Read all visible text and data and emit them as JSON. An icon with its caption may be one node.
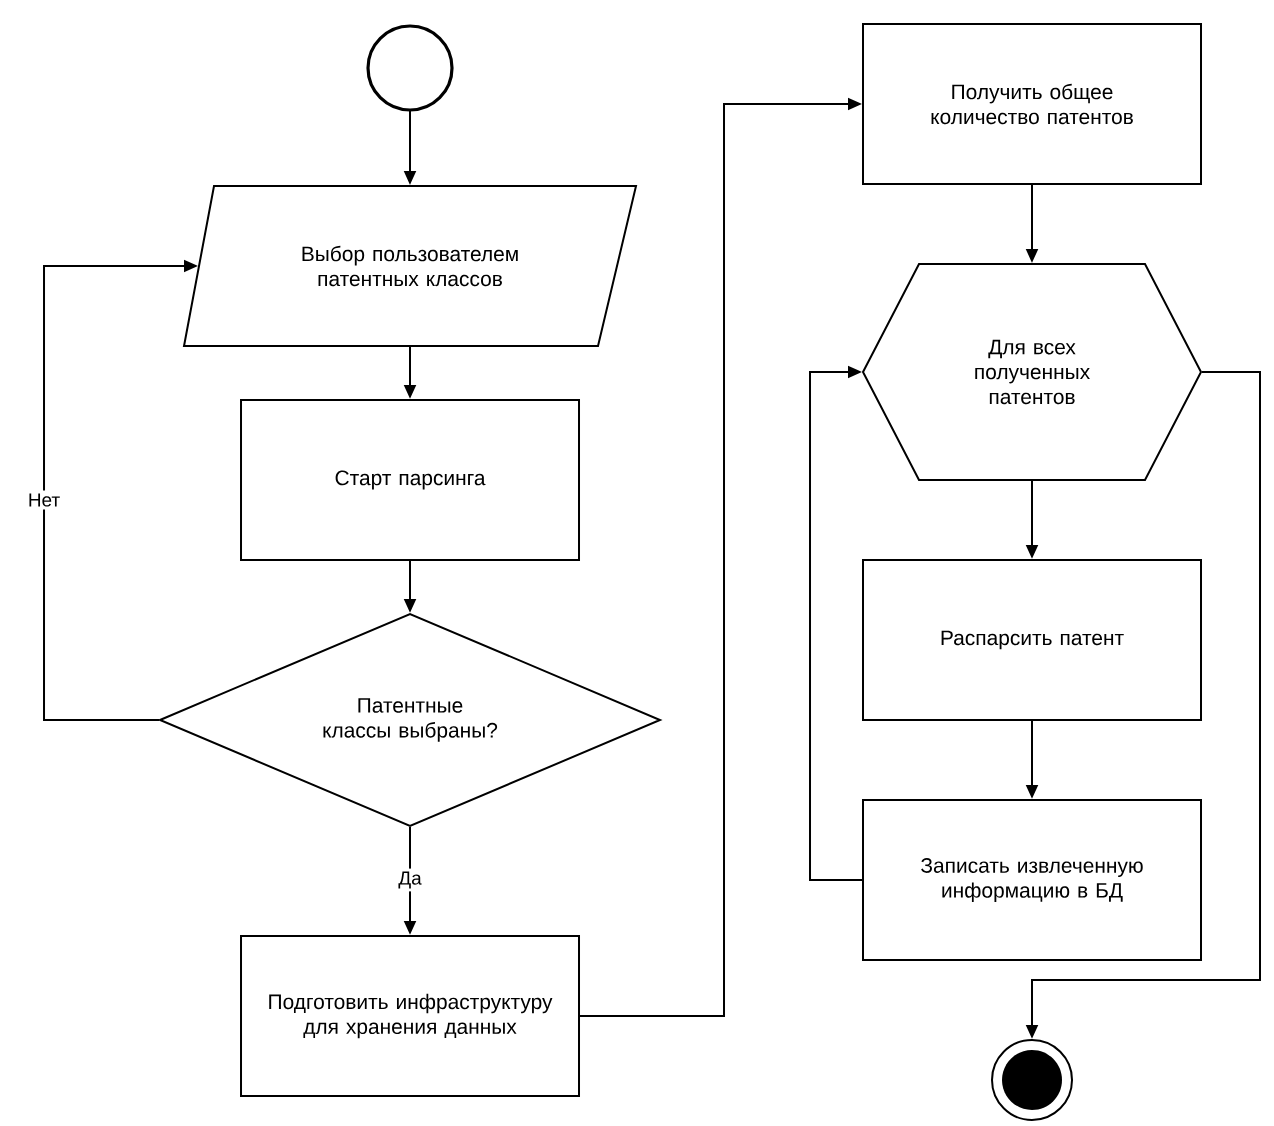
{
  "diagram": {
    "nodes": [
      {
        "text": [],
        "shape": "circle"
      },
      {
        "text": [
          "Выбор пользователем патентных классов"
        ]
      },
      {
        "text": [
          "Старт парсинга"
        ]
      },
      {
        "text": [
          "Патентные классы выбраны?"
        ]
      },
      {
        "text": [
          "Подготовить инфраструктуру для хранения данных"
        ]
      },
      {
        "text": [
          "Получить общее количество патентов"
        ]
      },
      {
        "text": [
          "Для всех полученных патентов"
        ]
      },
      {
        "text": [
          "Распарсить патент"
        ]
      },
      {
        "text": [
          "Записать извлеченную информацию в БД"
        ]
      },
      {
        "text": [],
        "shape": "circle"
      }
    ],
    "edges": [
      {
        "from": 0,
        "to": 1,
        "arrow": "to"
      },
      {
        "from": 1,
        "to": 2,
        "arrow": "to"
      },
      {
        "from": 2,
        "to": 3,
        "arrow": "to"
      },
      {
        "from": 3,
        "to": 4,
        "arrow": "to",
        "label": "Да"
      },
      {
        "from": 3,
        "to": 1,
        "arrow": "to",
        "label": "Нет"
      },
      {
        "from": 4,
        "to": 5,
        "arrow": "to"
      },
      {
        "from": 5,
        "to": 6,
        "arrow": "to"
      },
      {
        "from": 6,
        "to": 7,
        "arrow": "to"
      },
      {
        "from": 7,
        "to": 8,
        "arrow": "to"
      },
      {
        "from": 8,
        "to": 6,
        "arrow": "to"
      },
      {
        "from": 6,
        "to": 9,
        "arrow": "to"
      }
    ]
  }
}
